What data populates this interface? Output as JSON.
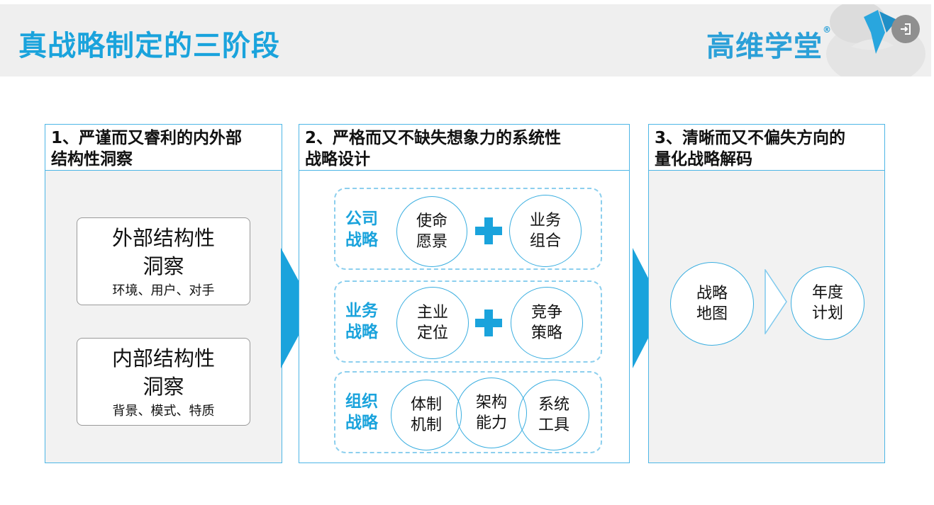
{
  "header": {
    "title": "真战略制定的三阶段",
    "logo": "高维学堂",
    "logo_mark": "®"
  },
  "colors": {
    "accent": "#1aa3dc",
    "border": "#4db6e6",
    "panel_bg": "#f2f2f2"
  },
  "stage1": {
    "heading_line1": "1、严谨而又睿利的内外部",
    "heading_line2": "结构性洞察",
    "external": {
      "line1": "外部结构性",
      "line2": "洞察",
      "detail": "环境、用户、对手"
    },
    "internal": {
      "line1": "内部结构性",
      "line2": "洞察",
      "detail": "背景、模式、特质"
    }
  },
  "stage2": {
    "heading_line1": "2、严格而又不缺失想象力的系统性",
    "heading_line2": "战略设计",
    "corporate": {
      "label1": "公司",
      "label2": "战略",
      "c1a": "使命",
      "c1b": "愿景",
      "c2a": "业务",
      "c2b": "组合"
    },
    "business": {
      "label1": "业务",
      "label2": "战略",
      "c1a": "主业",
      "c1b": "定位",
      "c2a": "竞争",
      "c2b": "策略"
    },
    "organization": {
      "label1": "组织",
      "label2": "战略",
      "c1a": "体制",
      "c1b": "机制",
      "c2a": "架构",
      "c2b": "能力",
      "c3a": "系统",
      "c3b": "工具"
    }
  },
  "stage3": {
    "heading_line1": "3、清晰而又不偏失方向的",
    "heading_line2": "量化战略解码",
    "map": {
      "line1": "战略",
      "line2": "地图"
    },
    "plan": {
      "line1": "年度",
      "line2": "计划"
    }
  }
}
